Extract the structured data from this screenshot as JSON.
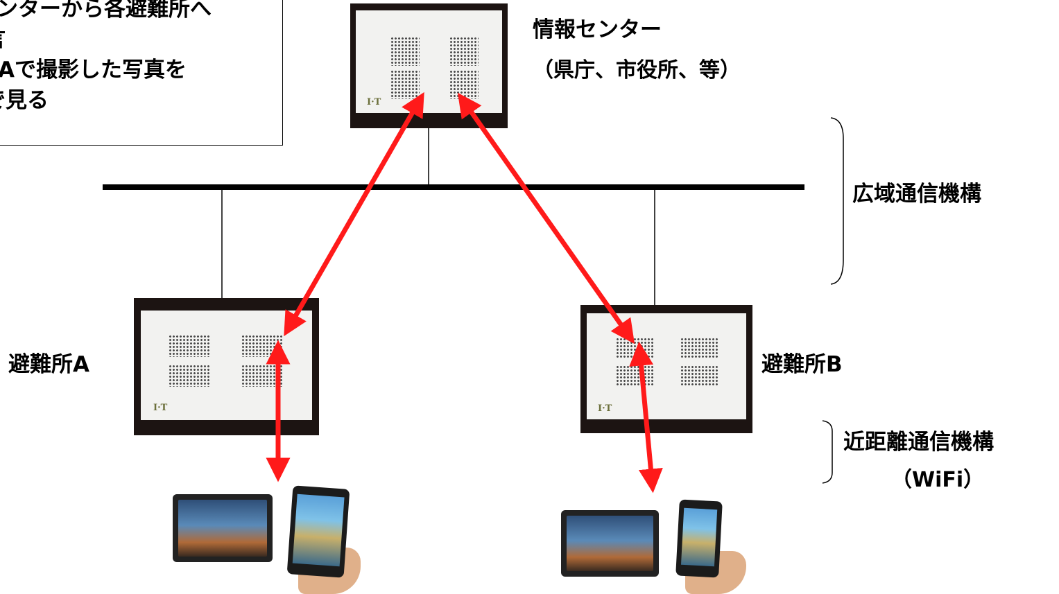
{
  "note": {
    "lines": [
      "ンターから各避難所へ",
      "言",
      "Aで撮影した写真を",
      "で見る"
    ]
  },
  "center": {
    "title": "情報センター",
    "subtitle": "（県庁、市役所、等）"
  },
  "wide_area": {
    "label": "広域通信機構"
  },
  "shelter_a": {
    "label": "避難所A"
  },
  "shelter_b": {
    "label": "避難所B"
  },
  "short_range": {
    "label": "近距離通信機構",
    "sublabel": "（WiFi）"
  },
  "device_logo": "I·T",
  "colors": {
    "arrow": "#ff1a1a",
    "device_frame": "#1c1412",
    "device_panel": "#f2f2f0"
  }
}
